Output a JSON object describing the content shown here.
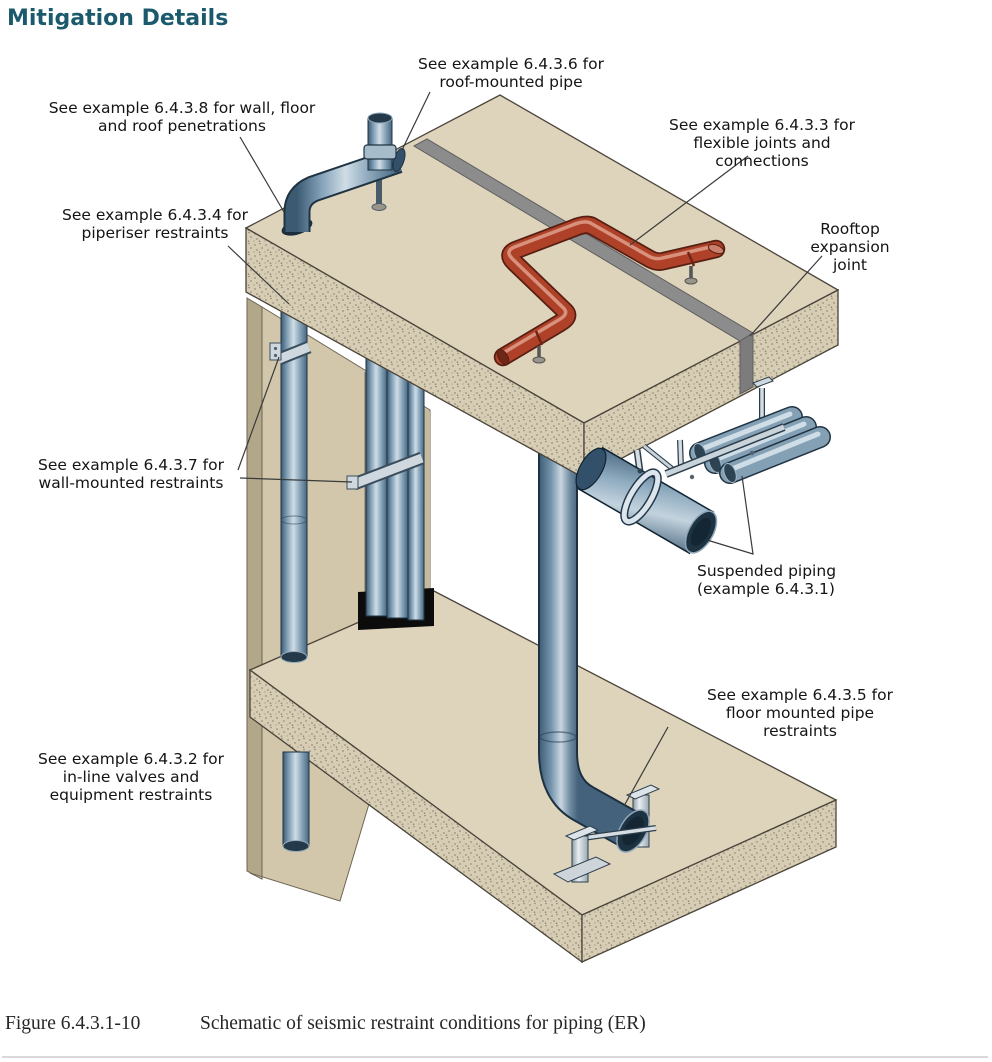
{
  "title": "Mitigation Details",
  "labels": {
    "roof_mounted": "See example 6.4.3.6 for\nroof-mounted pipe",
    "penetrations": "See example 6.4.3.8 for wall, floor\nand roof penetrations",
    "flexible_joints": "See example 6.4.3.3 for\nflexible joints and connections",
    "pipe_riser": "See example 6.4.3.4 for\npiperiser restraints",
    "rooftop_joint": "Rooftop expansion\njoint",
    "wall_mounted": "See example 6.4.3.7 for\nwall-mounted restraints",
    "suspended": "Suspended piping\n(example 6.4.3.1)",
    "floor_mounted": "See example 6.4.3.5 for\nfloor mounted pipe restraints",
    "inline_valves": "See example 6.4.3.2 for\nin-line valves and\nequipment restraints"
  },
  "caption": {
    "number": "Figure 6.4.3.1-10",
    "text": "Schematic of seismic restraint conditions for piping (ER)"
  },
  "colors": {
    "heading": "#1b5a6d",
    "pipe_blue": "#8aa6ba",
    "pipe_red": "#b04129",
    "concrete_face": "#ded4bc",
    "concrete_speckle": "#d7cdb4",
    "wall": "#d2c6ab",
    "expansion_strip": "#8c8c8c",
    "leader_line": "#3a3a3a"
  }
}
